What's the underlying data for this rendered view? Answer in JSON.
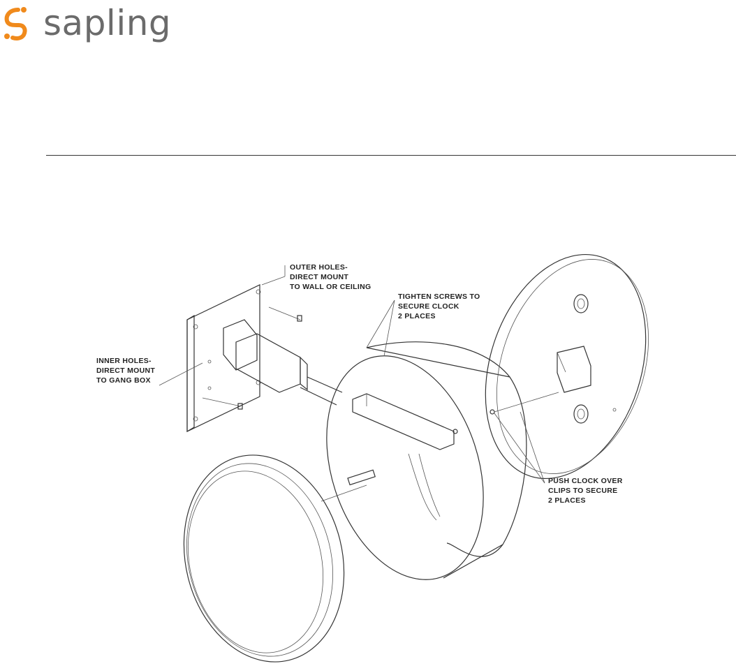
{
  "header": {
    "logo_text": "sapling",
    "brand_color": "#f08a1c",
    "text_color": "#6b6b6b"
  },
  "diagram": {
    "callouts": {
      "outer_holes": [
        "OUTER HOLES-",
        "DIRECT MOUNT",
        "TO WALL OR CEILING"
      ],
      "tighten_screws": [
        "TIGHTEN SCREWS TO",
        "SECURE CLOCK",
        "2 PLACES"
      ],
      "inner_holes": [
        "INNER HOLES-",
        "DIRECT MOUNT",
        "TO GANG BOX"
      ],
      "push_clock": [
        "PUSH CLOCK OVER",
        "CLIPS TO SECURE",
        "2 PLACES"
      ]
    }
  }
}
